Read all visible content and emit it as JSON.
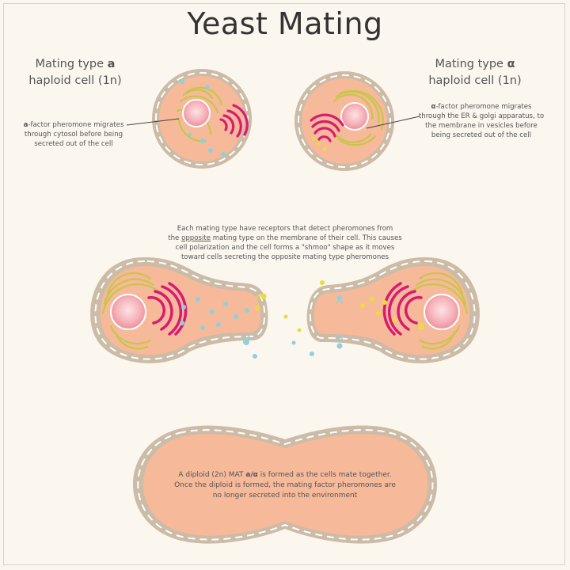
{
  "title": "Yeast Mating",
  "cell_a": {
    "type_prefix": "Mating type ",
    "type_symbol": "a",
    "line2": "haploid cell (1n)",
    "note_symbol": "a",
    "note_rest": "-factor pheromone migrates",
    "note_line2": "through cytosol before being",
    "note_line3": "secreted out of the cell"
  },
  "cell_alpha": {
    "type_prefix": "Mating type ",
    "type_symbol": "α",
    "line2": "haploid cell (1n)",
    "note_symbol": "α",
    "note_rest": "-factor pheromone migrates",
    "note_line2": "through the ER & golgi apparatus, to",
    "note_line3": "the membrane in vesicles before",
    "note_line4": "being secreted out of the cell"
  },
  "shmoo_note": {
    "line1": "Each mating type have receptors that detect pheromones from",
    "line2_pre": "the ",
    "line2_u": "opposite",
    "line2_post": " mating type on the membrane of their cell. This causes",
    "line3": "cell polarization and the cell forms a \"shmoo\" shape as it moves",
    "line4": "toward cells secreting the opposite mating type pheromones"
  },
  "diploid_note": {
    "line1_pre": "A diploid (2n) MAT ",
    "line1_sym": "a/α",
    "line1_post": " is formed as the cells mate together.",
    "line2": "Once the diploid is formed, the mating factor pheromones are",
    "line3": "no longer secreted into the environment"
  },
  "colors": {
    "membrane": "#ccbba6",
    "cytoplasm": "#f6b99a",
    "nucleus": "#f4a6b0",
    "er": "#c8c64a",
    "golgi": "#d81b72",
    "pheromone_a": "#8fd0dd",
    "pheromone_alpha": "#ecdc3a"
  }
}
